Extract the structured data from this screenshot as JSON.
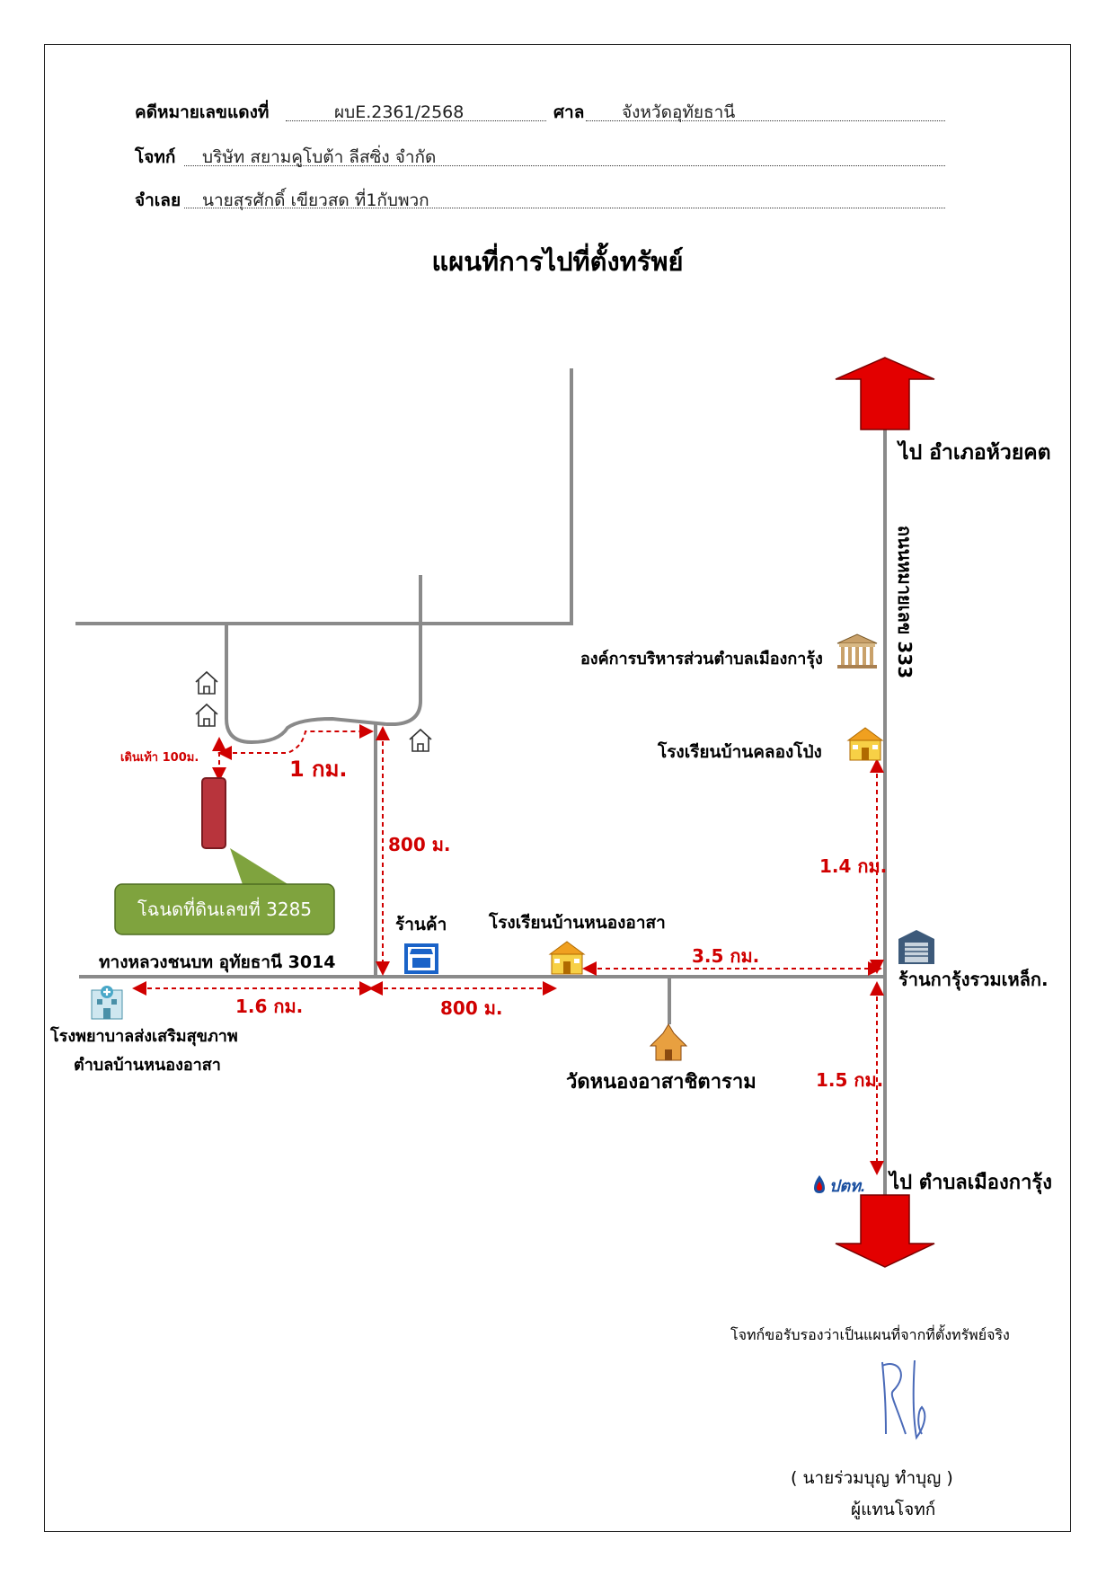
{
  "header": {
    "case_label": "คดีหมายเลขแดงที่",
    "case_value": "ผบE.2361/2568",
    "court_label": "ศาล",
    "court_value": "จังหวัดอุทัยธานี",
    "plaintiff_label": "โจทก์",
    "plaintiff_value": "บริษัท สยามคูโบต้า ลีสซิ่ง  จำกัด",
    "defendant_label": "จำเลย",
    "defendant_value": "นายสุรศักดิ์  เขียวสด  ที่1กับพวก"
  },
  "title": "แผนที่การไปที่ตั้งทรัพย์",
  "map": {
    "north_dir": "ไป อำเภอห้วยคต",
    "south_dir": "ไป ตำบลเมืองการุ้ง",
    "highway_333": "ถนนหมายเลข 333",
    "road_3014": "ทางหลวงชนบท อุทัยธานี 3014",
    "tao": "องค์การบริหารส่วนตำบลเมืองการุ้ง",
    "school_khlong": "โรงเรียนบ้านคลองโป่ง",
    "school_nong": "โรงเรียนบ้านหนองอาสา",
    "store": "ร้านค้า",
    "steel_shop": "ร้านการุ้งรวมเหล็ก.",
    "temple": "วัดหนองอาสาชิตาราม",
    "hospital_line1": "โรงพยาบาลส่งเสริมสุขภาพ",
    "hospital_line2": "ตำบลบ้านหนองอาสา",
    "ptt": "ปตท.",
    "deed": "โฉนดที่ดินเลขที่ 3285",
    "walk": "เดินเท้า 100ม.",
    "dist_1km": "1 กม.",
    "dist_800_vertical": "800 ม.",
    "dist_1_6": "1.6 กม.",
    "dist_800_road": "800 ม.",
    "dist_3_5": "3.5 กม.",
    "dist_1_4": "1.4 กม.",
    "dist_1_5": "1.5 กม."
  },
  "footer": {
    "certify": "โจทก์ขอรับรองว่าเป็นแผนที่จากที่ตั้งทรัพย์จริง",
    "signature": "Rb",
    "rep_name": "(     นายร่วมบุญ    ทำบุญ    )",
    "rep_role": "ผู้แทนโจทก์"
  },
  "colors": {
    "road": "#8a8a8a",
    "distance": "#d00000",
    "arrow": "#e30000",
    "deed_box": "#7fa33e",
    "plot": "#b8343c"
  }
}
